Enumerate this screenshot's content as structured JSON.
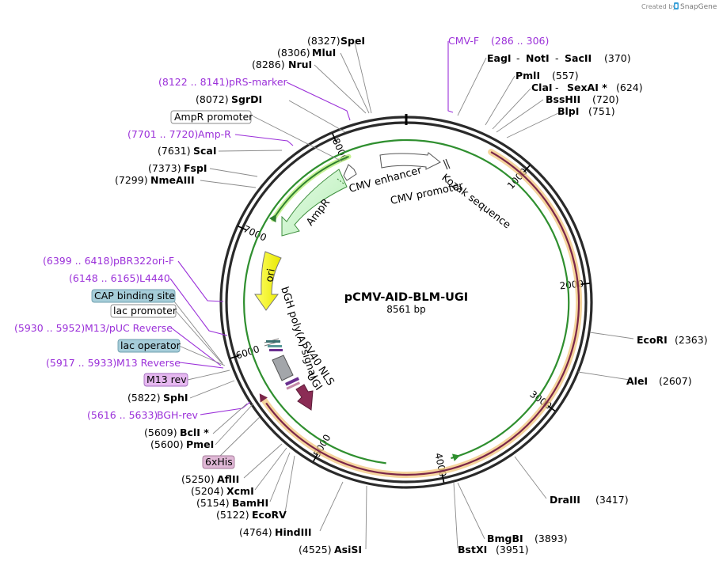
{
  "credit": {
    "prefix": "Created by",
    "brand": "SnapGene"
  },
  "plasmid": {
    "name": "pCMV-AID-BLM-UGI",
    "length_label": "8561 bp",
    "length": 8561
  },
  "ticks": [
    {
      "pos": 1000,
      "label": "1000"
    },
    {
      "pos": 2000,
      "label": "2000"
    },
    {
      "pos": 3000,
      "label": "3000"
    },
    {
      "pos": 4000,
      "label": "4000"
    },
    {
      "pos": 5000,
      "label": "5000"
    },
    {
      "pos": 6000,
      "label": "6000"
    },
    {
      "pos": 7000,
      "label": "7000"
    },
    {
      "pos": 8000,
      "label": "8000"
    }
  ],
  "sites": [
    {
      "name": "SpeI",
      "coord": "(8327)"
    },
    {
      "name": "MluI",
      "coord": "(8306)"
    },
    {
      "name": "NruI",
      "coord": "(8286)"
    },
    {
      "name": "SgrDI",
      "coord": "(8072)"
    },
    {
      "name": "ScaI",
      "coord": "(7631)"
    },
    {
      "name": "FspI",
      "coord": "(7373)"
    },
    {
      "name": "NmeAIII",
      "coord": "(7299)"
    },
    {
      "name": "SphI",
      "coord": "(5822)"
    },
    {
      "name": "BclI *",
      "coord": "(5609)"
    },
    {
      "name": "PmeI",
      "coord": "(5600)"
    },
    {
      "name": "AflII",
      "coord": "(5250)"
    },
    {
      "name": "XcmI",
      "coord": "(5204)"
    },
    {
      "name": "BamHI",
      "coord": "(5154)"
    },
    {
      "name": "EcoRV",
      "coord": "(5122)"
    },
    {
      "name": "HindIII",
      "coord": "(4764)"
    },
    {
      "name": "AsiSI",
      "coord": "(4525)"
    },
    {
      "name": "BstXI",
      "coord": "(3951)"
    },
    {
      "name": "BmgBI",
      "coord": "(3893)"
    },
    {
      "name": "DraIII",
      "coord": "(3417)"
    },
    {
      "name": "AleI",
      "coord": "(2607)"
    },
    {
      "name": "EcoRI",
      "coord": "(2363)"
    },
    {
      "name": "BlpI",
      "coord": "(751)"
    },
    {
      "name": "BssHII",
      "coord": "(720)"
    },
    {
      "name": "ClaI",
      "coord": ""
    },
    {
      "name": "SexAI *",
      "coord": "(624)"
    },
    {
      "name": "PmlI",
      "coord": "(557)"
    },
    {
      "name": "EagI",
      "coord": ""
    },
    {
      "name": "NotI",
      "coord": ""
    },
    {
      "name": "SacII",
      "coord": "(370)"
    }
  ],
  "primers": [
    {
      "name": "CMV-F",
      "range": "(286 .. 306)"
    },
    {
      "name": "pRS-marker",
      "range": "(8122 .. 8141)"
    },
    {
      "name": "Amp-R",
      "range": "(7701 .. 7720)"
    },
    {
      "name": "pBR322ori-F",
      "range": "(6399 .. 6418)"
    },
    {
      "name": "L4440",
      "range": "(6148 .. 6165)"
    },
    {
      "name": "M13/pUC Reverse",
      "range": "(5930 .. 5952)"
    },
    {
      "name": "M13 Reverse",
      "range": "(5917 .. 5933)"
    },
    {
      "name": "BGH-rev",
      "range": "(5616 .. 5633)"
    }
  ],
  "boxed": [
    {
      "name": "AmpR promoter"
    },
    {
      "name": "CAP binding site"
    },
    {
      "name": "lac promoter"
    },
    {
      "name": "lac operator"
    },
    {
      "name": "M13 rev"
    },
    {
      "name": "6xHis"
    }
  ],
  "features": [
    {
      "name": "CMV enhancer"
    },
    {
      "name": "CMV promoter"
    },
    {
      "name": "Kozak sequence"
    },
    {
      "name": "AmpR"
    },
    {
      "name": "ori"
    },
    {
      "name": "bGH poly(A) signal"
    },
    {
      "name": "SV40 NLS"
    },
    {
      "name": "UGI"
    }
  ],
  "colors": {
    "primer": "#9b30d9",
    "orf_highlight": "#f2c57c",
    "orf_arc": "#7a2548",
    "ampr_fill": "#ccf5cc",
    "ori_fill": "#ffff00",
    "ugi_fill": "#8b2c55",
    "box_blue": "#a6cdd9",
    "box_pink": "#e0b8d6",
    "box_violet": "#e6b8f0"
  }
}
